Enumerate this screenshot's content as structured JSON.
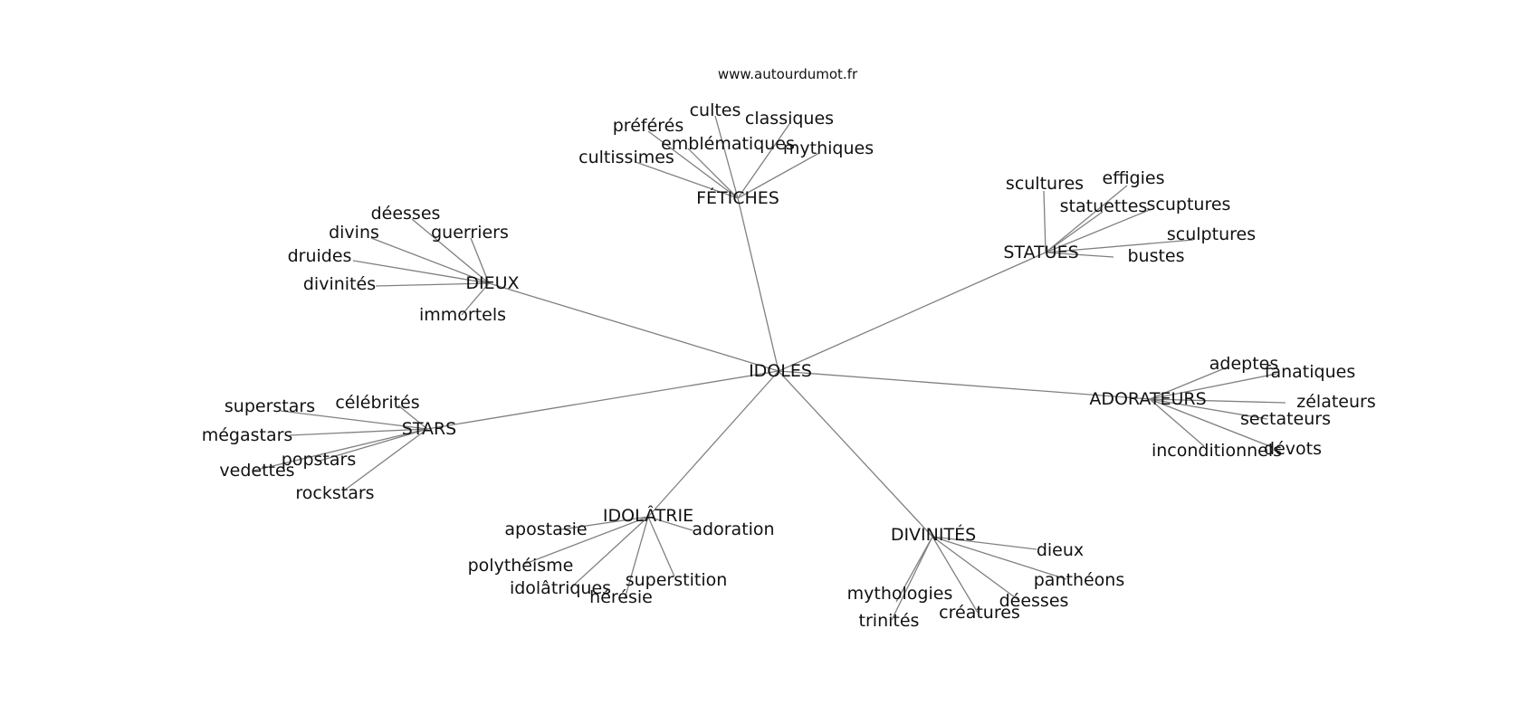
{
  "watermark": "www.autourdumot.fr",
  "center": {
    "label": "IDOLES"
  },
  "clusters": [
    {
      "label": "FÉTICHES",
      "words": [
        "cultes",
        "préférés",
        "classiques",
        "emblématiques",
        "mythiques",
        "cultissimes"
      ]
    },
    {
      "label": "DIEUX",
      "words": [
        "déesses",
        "divins",
        "guerriers",
        "druides",
        "divinités",
        "immortels"
      ]
    },
    {
      "label": "STATUES",
      "words": [
        "scultures",
        "effigies",
        "statuettes",
        "scuptures",
        "sculptures",
        "bustes"
      ]
    },
    {
      "label": "ADORATEURS",
      "words": [
        "adeptes",
        "fanatiques",
        "zélateurs",
        "sectateurs",
        "dévots",
        "inconditionnels"
      ]
    },
    {
      "label": "STARS",
      "words": [
        "superstars",
        "célébrités",
        "mégastars",
        "popstars",
        "vedettes",
        "rockstars"
      ]
    },
    {
      "label": "IDOLÂTRIE",
      "words": [
        "apostasie",
        "adoration",
        "polythéisme",
        "superstition",
        "idolâtriques",
        "hérésie"
      ]
    },
    {
      "label": "DIVINITÉS",
      "words": [
        "dieux",
        "panthéons",
        "mythologies",
        "déesses",
        "créatures",
        "trinités"
      ]
    }
  ]
}
